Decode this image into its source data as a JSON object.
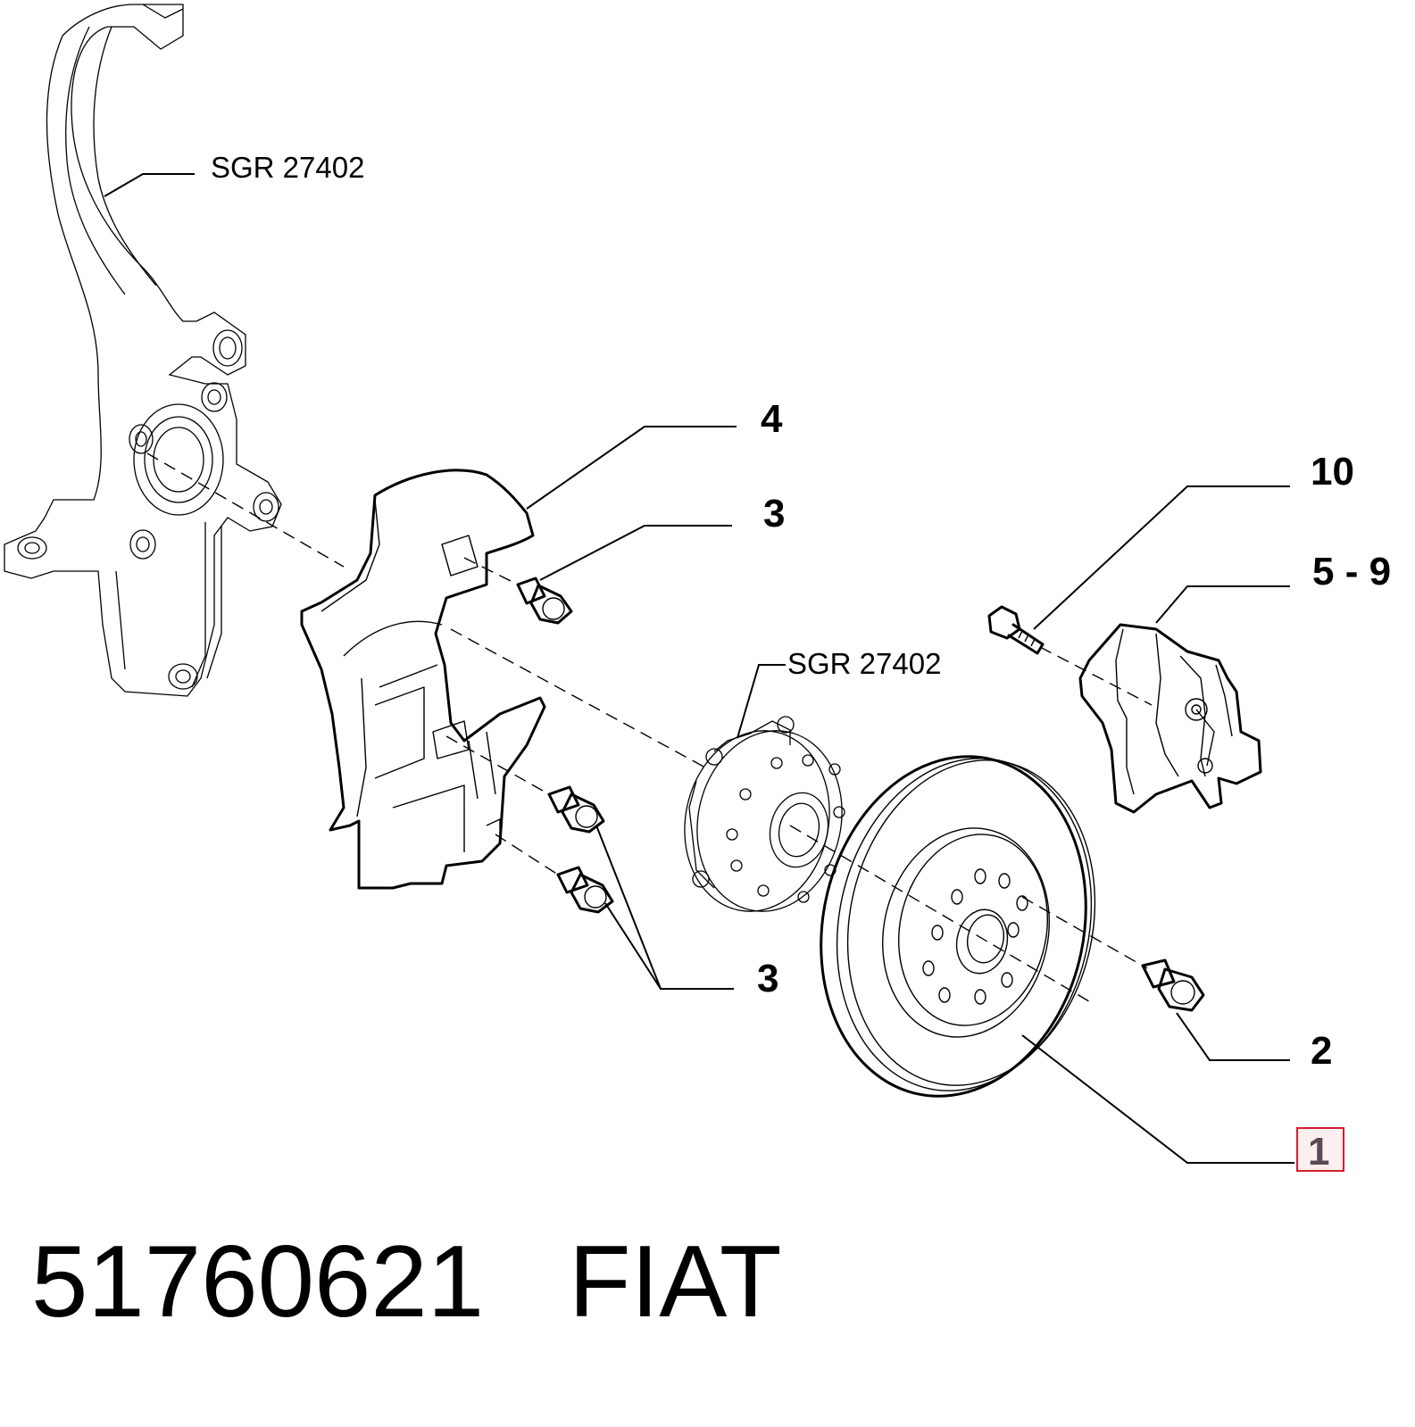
{
  "callouts": {
    "shield_ref": "4",
    "shield_bolt_upper": "3",
    "shield_bolts_lower": "3",
    "caliper_bolt": "10",
    "caliper": "5 - 9",
    "wheel_bolt": "2",
    "brake_disc": "1"
  },
  "references": {
    "steering_knuckle": "SGR 27402",
    "wheel_hub": "SGR 27402"
  },
  "footer": {
    "part_number": "51760621",
    "brand": "FIAT"
  },
  "colors": {
    "highlight_border": "#d0202c",
    "highlight_fill": "#fdeef0",
    "highlight_text": "#5a4a55"
  }
}
